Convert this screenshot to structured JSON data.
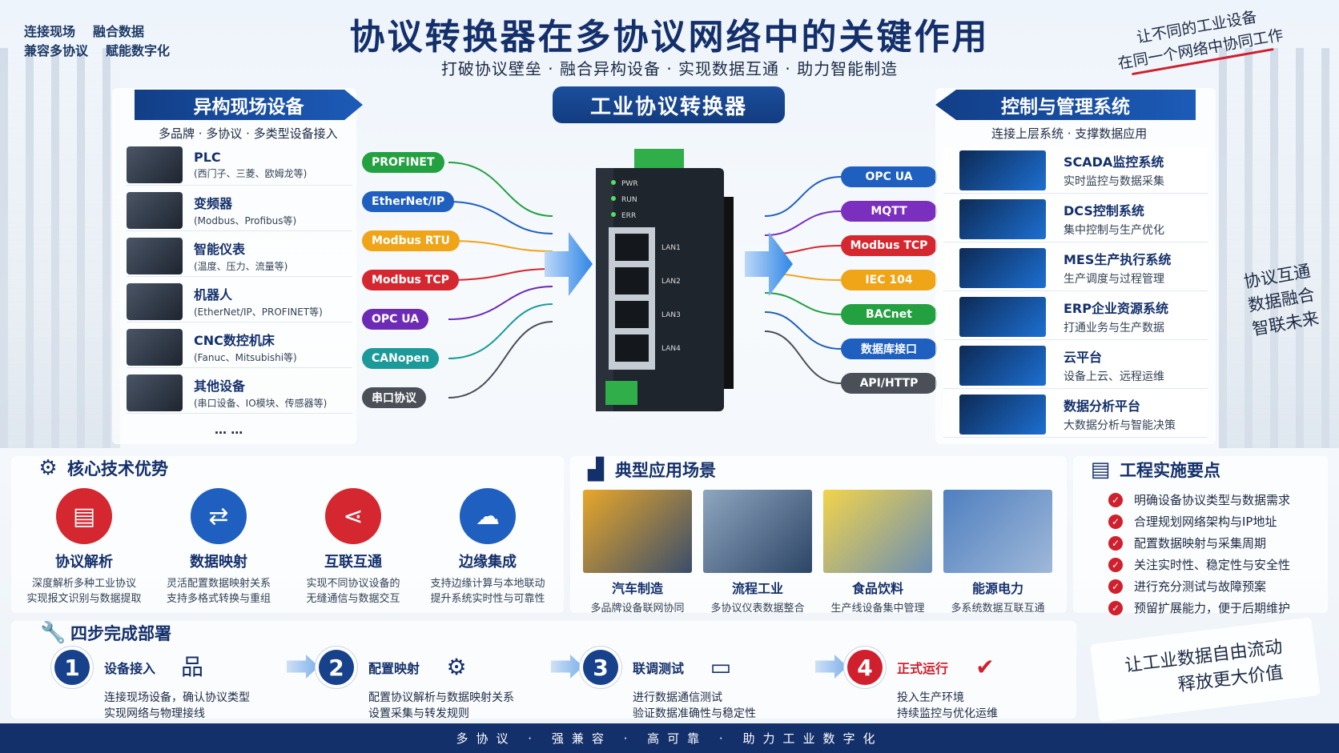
{
  "top_left": {
    "line1": [
      "连接现场",
      "融合数据"
    ],
    "line2": [
      "兼容多协议",
      "赋能数字化"
    ]
  },
  "title": "协议转换器在多协议网络中的关键作用",
  "subtitle": "打破协议壁垒 · 融合异构设备 · 实现数据互通 · 助力智能制造",
  "top_right": {
    "line1": "让不同的工业设备",
    "line2": "在同一个网络中协同工作"
  },
  "left_section": {
    "title": "异构现场设备",
    "caption": "多品牌 · 多协议 · 多类型设备接入",
    "devices": [
      {
        "name": "PLC",
        "desc": "(西门子、三菱、欧姆龙等)"
      },
      {
        "name": "变频器",
        "desc": "(Modbus、Profibus等)"
      },
      {
        "name": "智能仪表",
        "desc": "(温度、压力、流量等)"
      },
      {
        "name": "机器人",
        "desc": "(EtherNet/IP、PROFINET等)"
      },
      {
        "name": "CNC数控机床",
        "desc": "(Fanuc、Mitsubishi等)"
      },
      {
        "name": "其他设备",
        "desc": "(串口设备、IO模块、传感器等)"
      }
    ],
    "more": "… …"
  },
  "left_protocols": [
    {
      "label": "PROFINET",
      "color": "#23a040"
    },
    {
      "label": "EtherNet/IP",
      "color": "#1f5fc0"
    },
    {
      "label": "Modbus RTU",
      "color": "#f0a417"
    },
    {
      "label": "Modbus TCP",
      "color": "#d5272f"
    },
    {
      "label": "OPC UA",
      "color": "#6d2bb5"
    },
    {
      "label": "CANopen",
      "color": "#1c9a9a"
    },
    {
      "label": "串口协议",
      "color": "#4a4f58"
    }
  ],
  "center": {
    "title": "工业协议转换器",
    "leds": [
      "PWR",
      "RUN",
      "ERR"
    ],
    "ports": [
      "LAN1",
      "LAN2",
      "LAN3",
      "LAN4"
    ]
  },
  "right_protocols": [
    {
      "label": "OPC UA",
      "color": "#1f5fc0"
    },
    {
      "label": "MQTT",
      "color": "#7b2fbf"
    },
    {
      "label": "Modbus TCP",
      "color": "#d5272f"
    },
    {
      "label": "IEC 104",
      "color": "#f0a417"
    },
    {
      "label": "BACnet",
      "color": "#23a040"
    },
    {
      "label": "数据库接口",
      "color": "#1f5fc0"
    },
    {
      "label": "API/HTTP",
      "color": "#4a4f58"
    }
  ],
  "right_section": {
    "title": "控制与管理系统",
    "caption": "连接上层系统 · 支撑数据应用",
    "systems": [
      {
        "name": "SCADA监控系统",
        "desc": "实时监控与数据采集"
      },
      {
        "name": "DCS控制系统",
        "desc": "集中控制与生产优化"
      },
      {
        "name": "MES生产执行系统",
        "desc": "生产调度与过程管理"
      },
      {
        "name": "ERP企业资源系统",
        "desc": "打通业务与生产数据"
      },
      {
        "name": "云平台",
        "desc": "设备上云、远程运维"
      },
      {
        "name": "数据分析平台",
        "desc": "大数据分析与智能决策"
      }
    ]
  },
  "right_side_slogan": [
    "协议互通",
    "数据融合",
    "智联未来"
  ],
  "core": {
    "title": "核心技术优势",
    "items": [
      {
        "name": "协议解析",
        "d1": "深度解析多种工业协议",
        "d2": "实现报文识别与数据提取",
        "color": "#d5272f",
        "icon": "document-icon",
        "glyph": "▤"
      },
      {
        "name": "数据映射",
        "d1": "灵活配置数据映射关系",
        "d2": "支持多格式转换与重组",
        "color": "#1f5fc0",
        "icon": "swap-icon",
        "glyph": "⇄"
      },
      {
        "name": "互联互通",
        "d1": "实现不同协议设备的",
        "d2": "无缝通信与数据交互",
        "color": "#d5272f",
        "icon": "share-icon",
        "glyph": "⋖"
      },
      {
        "name": "边缘集成",
        "d1": "支持边缘计算与本地联动",
        "d2": "提升系统实时性与可靠性",
        "color": "#1f5fc0",
        "icon": "cloud-icon",
        "glyph": "☁"
      }
    ]
  },
  "scenes": {
    "title": "典型应用场景",
    "items": [
      {
        "name": "汽车制造",
        "desc": "多品牌设备联网协同"
      },
      {
        "name": "流程工业",
        "desc": "多协议仪表数据整合"
      },
      {
        "name": "食品饮料",
        "desc": "生产线设备集中管理"
      },
      {
        "name": "能源电力",
        "desc": "多系统数据互联互通"
      }
    ]
  },
  "points": {
    "title": "工程实施要点",
    "items": [
      "明确设备协议类型与数据需求",
      "合理规划网络架构与IP地址",
      "配置数据映射与采集周期",
      "关注实时性、稳定性与安全性",
      "进行充分测试与故障预案",
      "预留扩展能力，便于后期维护"
    ]
  },
  "steps": {
    "title": "四步完成部署",
    "items": [
      {
        "num": "1",
        "name": "设备接入",
        "d1": "连接现场设备，确认协议类型",
        "d2": "实现网络与物理接线",
        "icon": "network-icon",
        "glyph": "品"
      },
      {
        "num": "2",
        "name": "配置映射",
        "d1": "配置协议解析与数据映射关系",
        "d2": "设置采集与转发规则",
        "icon": "settings-icon",
        "glyph": "⚙"
      },
      {
        "num": "3",
        "name": "联调测试",
        "d1": "进行数据通信测试",
        "d2": "验证数据准确性与稳定性",
        "icon": "monitor-icon",
        "glyph": "▭"
      },
      {
        "num": "4",
        "name": "正式运行",
        "d1": "投入生产环境",
        "d2": "持续监控与优化运维",
        "icon": "check-icon",
        "glyph": "✔"
      }
    ]
  },
  "slogan": {
    "line1": "让工业数据自由流动",
    "line2": "释放更大价值"
  },
  "footer": "多协议 · 强兼容 · 高可靠 · 助力工业数字化",
  "colors": {
    "primary": "#14306b",
    "accent": "#d01f2d",
    "light": "#eef4fb"
  }
}
